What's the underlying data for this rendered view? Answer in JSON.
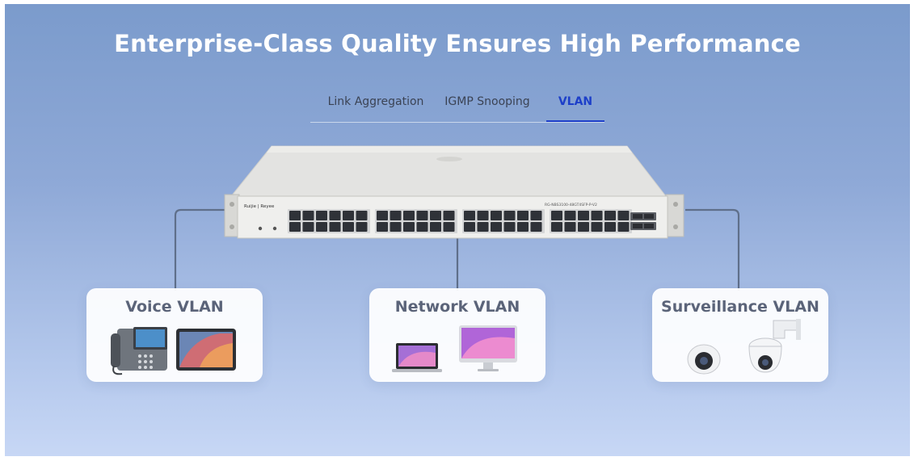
{
  "page": {
    "title": "Enterprise-Class Quality Ensures High Performance"
  },
  "tabs": [
    {
      "label": "Link Aggregation",
      "active": false
    },
    {
      "label": "IGMP Snooping",
      "active": false
    },
    {
      "label": "VLAN",
      "active": true
    }
  ],
  "switch": {
    "brand": "Ruijie | Reyee",
    "model": "RG-NBS3100-48GT4SFP-P-V2"
  },
  "cards": [
    {
      "title": "Voice VLAN",
      "devices": [
        "ip-phone",
        "tablet"
      ]
    },
    {
      "title": "Network VLAN",
      "devices": [
        "laptop",
        "desktop-monitor"
      ]
    },
    {
      "title": "Surveillance VLAN",
      "devices": [
        "dome-camera",
        "ptz-camera"
      ]
    }
  ],
  "colors": {
    "accent": "#1d3fc9",
    "title_text": "#ffffff",
    "tab_text": "#3b4354",
    "card_title": "#5b6479",
    "connector": "#5f6f8a"
  }
}
